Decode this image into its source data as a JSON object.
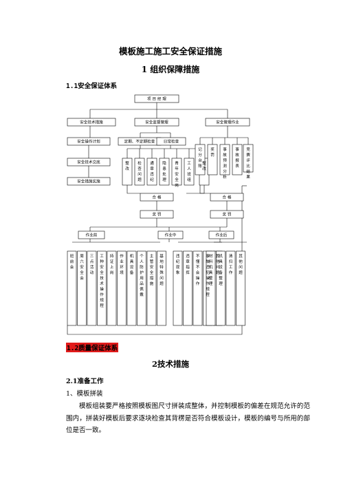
{
  "document": {
    "title": "模板施工施工安全保证措施",
    "section1_heading": "1    组织保障措施",
    "subsection_1_1": "1.1安全保证体系",
    "subsection_1_2": "1.2质量保证体系",
    "section2_heading": "2技术措施",
    "subsection_2_1": "2.1准备工作",
    "item_1": "1、模板拼装",
    "paragraph_1": "模板组装要严格按照模板图尺寸拼装成整体，并控制模板的偏差在规范允许的范围内，拼装好模板后要求逐块检查其背楞是否符合模板设计，模板的编号与所用的部位是否一致。"
  },
  "org_chart": {
    "top": "项目经理",
    "level2": [
      "安全技术措施",
      "安全监督管理",
      "安全管理作业"
    ],
    "left_column": [
      "安全操作计划",
      "安全技术交底",
      "安全措施实施"
    ],
    "monitor_groups": [
      "定期、不定期检查",
      "日常检查"
    ],
    "vertical_boxes_middle": [
      "整改",
      "检查问题",
      "通章违纪",
      "隐患处理",
      "青年安全岗",
      "工人班组",
      "整改"
    ],
    "vertical_boxes_right": [
      "记分台账",
      "奖罚",
      "事故预测分析",
      "事故报表",
      "竞赛评比结果"
    ],
    "qualified": "合格",
    "reward_punish": "奖罚",
    "phases": [
      "作业前",
      "作业中",
      "作业后"
    ],
    "bottom_columns": [
      "班前会",
      "周六安全会",
      "三点活动",
      "工种安全技术操作规程",
      "持证上岗",
      "作业环境",
      "机具设备",
      "个人防护用品佩戴",
      "主管安全措施",
      "基地特殊问题",
      "违纪现象",
      "违章指挥",
      "不懂不会操作",
      "事故违犯操作规程",
      "其他问题",
      "材料机具整理",
      "机具设备整理",
      "清扫工作",
      "其他问题"
    ]
  }
}
